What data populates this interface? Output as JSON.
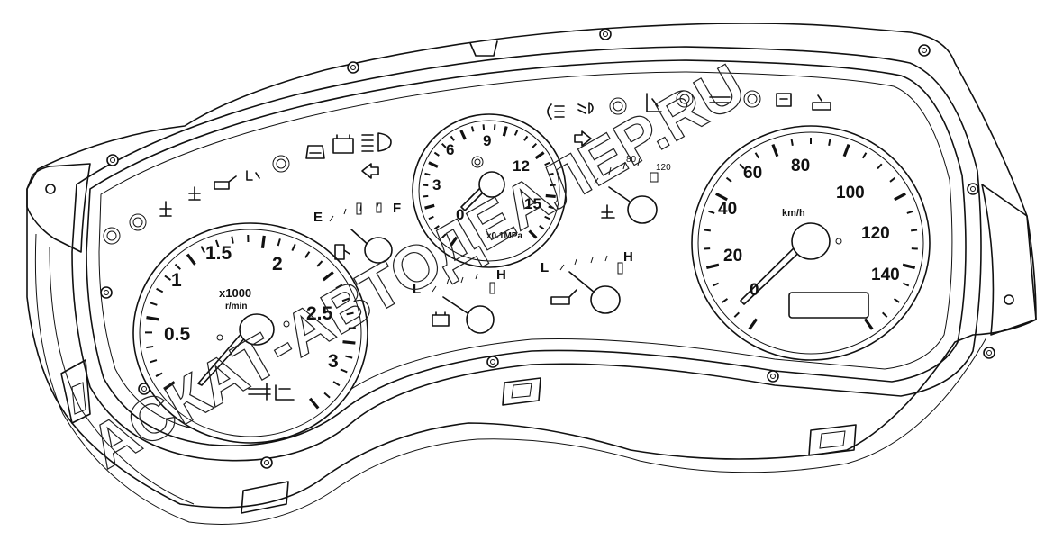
{
  "watermark": "АСКАТ-АВТОДЕАЛЕР.RU",
  "tachometer": {
    "scale_labels": [
      "0.5",
      "1",
      "1.5",
      "2",
      "2.5",
      "3"
    ],
    "unit_line1": "x1000",
    "unit_line2": "r/min"
  },
  "air_pressure": {
    "scale_labels": [
      "3",
      "6",
      "9",
      "12",
      "15"
    ],
    "bottom_label": "0",
    "unit": "x0.1MPa"
  },
  "speedometer": {
    "scale_labels": [
      "0",
      "20",
      "40",
      "60",
      "80",
      "100",
      "120",
      "140"
    ],
    "unit": "km/h"
  },
  "fuel_gauge": {
    "low": "E",
    "high": "F"
  },
  "voltage_gauge": {
    "low": "L",
    "high": "H"
  },
  "oil_pressure_gauge": {
    "low": "L",
    "high": "H"
  },
  "coolant_temp_gauge": {
    "low": "80",
    "high": "120"
  },
  "warning_lamps": {
    "left_row": [
      "brake-warning",
      "abs",
      "coolant-level",
      "coolant-temp",
      "oil-pressure",
      "glow-plug",
      "brake-circuit",
      "door-open",
      "battery-charge",
      "high-beam"
    ],
    "right_row": [
      "fog-light",
      "low-beam",
      "parking-brake",
      "seat-belt",
      "brake-system",
      "exhaust-brake",
      "hazard",
      "cab-tilt",
      "trailer"
    ]
  }
}
